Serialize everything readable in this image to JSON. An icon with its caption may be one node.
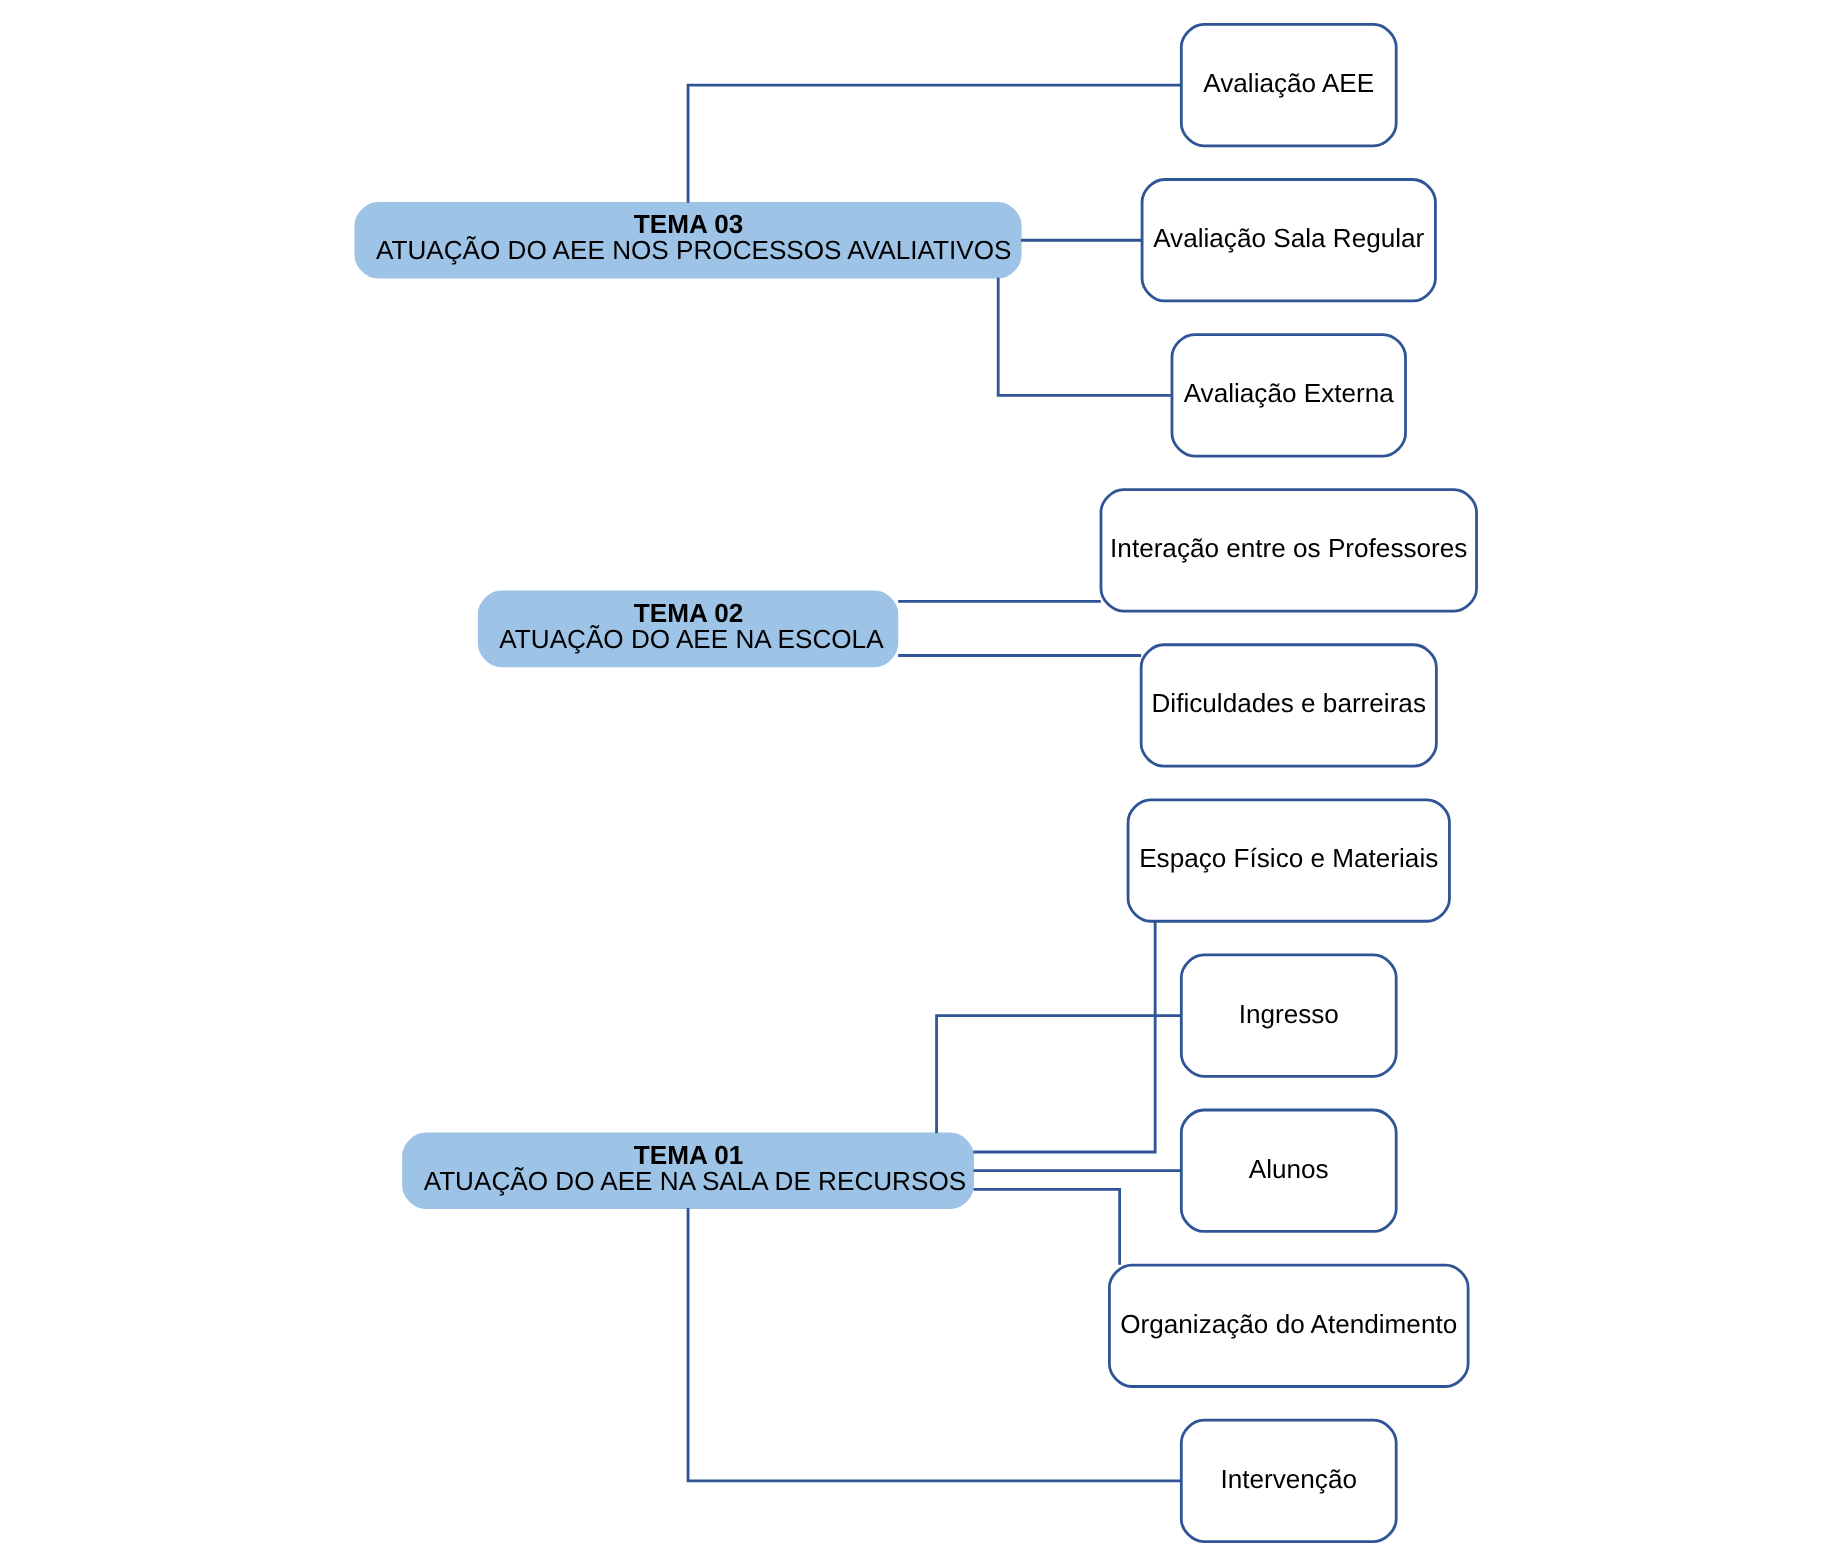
{
  "diagram": {
    "nodes": [
      {
        "text": [
          "TEMA 01",
          "ATUAÇÃO DO AEE NA SALA DE RECURSOS"
        ]
      },
      {
        "text": [
          "Espaço Físico e Materiais"
        ]
      },
      {
        "text": [
          "Ingresso"
        ]
      },
      {
        "text": [
          "Alunos"
        ]
      },
      {
        "text": [
          "Organização do Atendimento"
        ]
      },
      {
        "text": [
          "Intervenção"
        ]
      },
      {
        "text": [
          "TEMA 02",
          "ATUAÇÃO DO AEE NA ESCOLA"
        ]
      },
      {
        "text": [
          "Interação entre os Professores"
        ]
      },
      {
        "text": [
          "Dificuldades e barreiras"
        ]
      },
      {
        "text": [
          "TEMA 03",
          "ATUAÇÃO DO AEE NOS PROCESSOS AVALIATIVOS"
        ]
      },
      {
        "text": [
          "Avaliação AEE"
        ]
      },
      {
        "text": [
          "Avaliação Sala Regular"
        ]
      },
      {
        "text": [
          "Avaliação Externa"
        ]
      }
    ],
    "edges": [
      {
        "from": 0,
        "to": 1,
        "arrow": "none"
      },
      {
        "from": 0,
        "to": 2,
        "arrow": "none"
      },
      {
        "from": 0,
        "to": 3,
        "arrow": "none"
      },
      {
        "from": 0,
        "to": 4,
        "arrow": "none"
      },
      {
        "from": 0,
        "to": 5,
        "arrow": "none"
      },
      {
        "from": 6,
        "to": 7,
        "arrow": "none"
      },
      {
        "from": 6,
        "to": 8,
        "arrow": "none"
      },
      {
        "from": 9,
        "to": 10,
        "arrow": "none"
      },
      {
        "from": 9,
        "to": 11,
        "arrow": "none"
      },
      {
        "from": 9,
        "to": 12,
        "arrow": "none"
      }
    ]
  }
}
